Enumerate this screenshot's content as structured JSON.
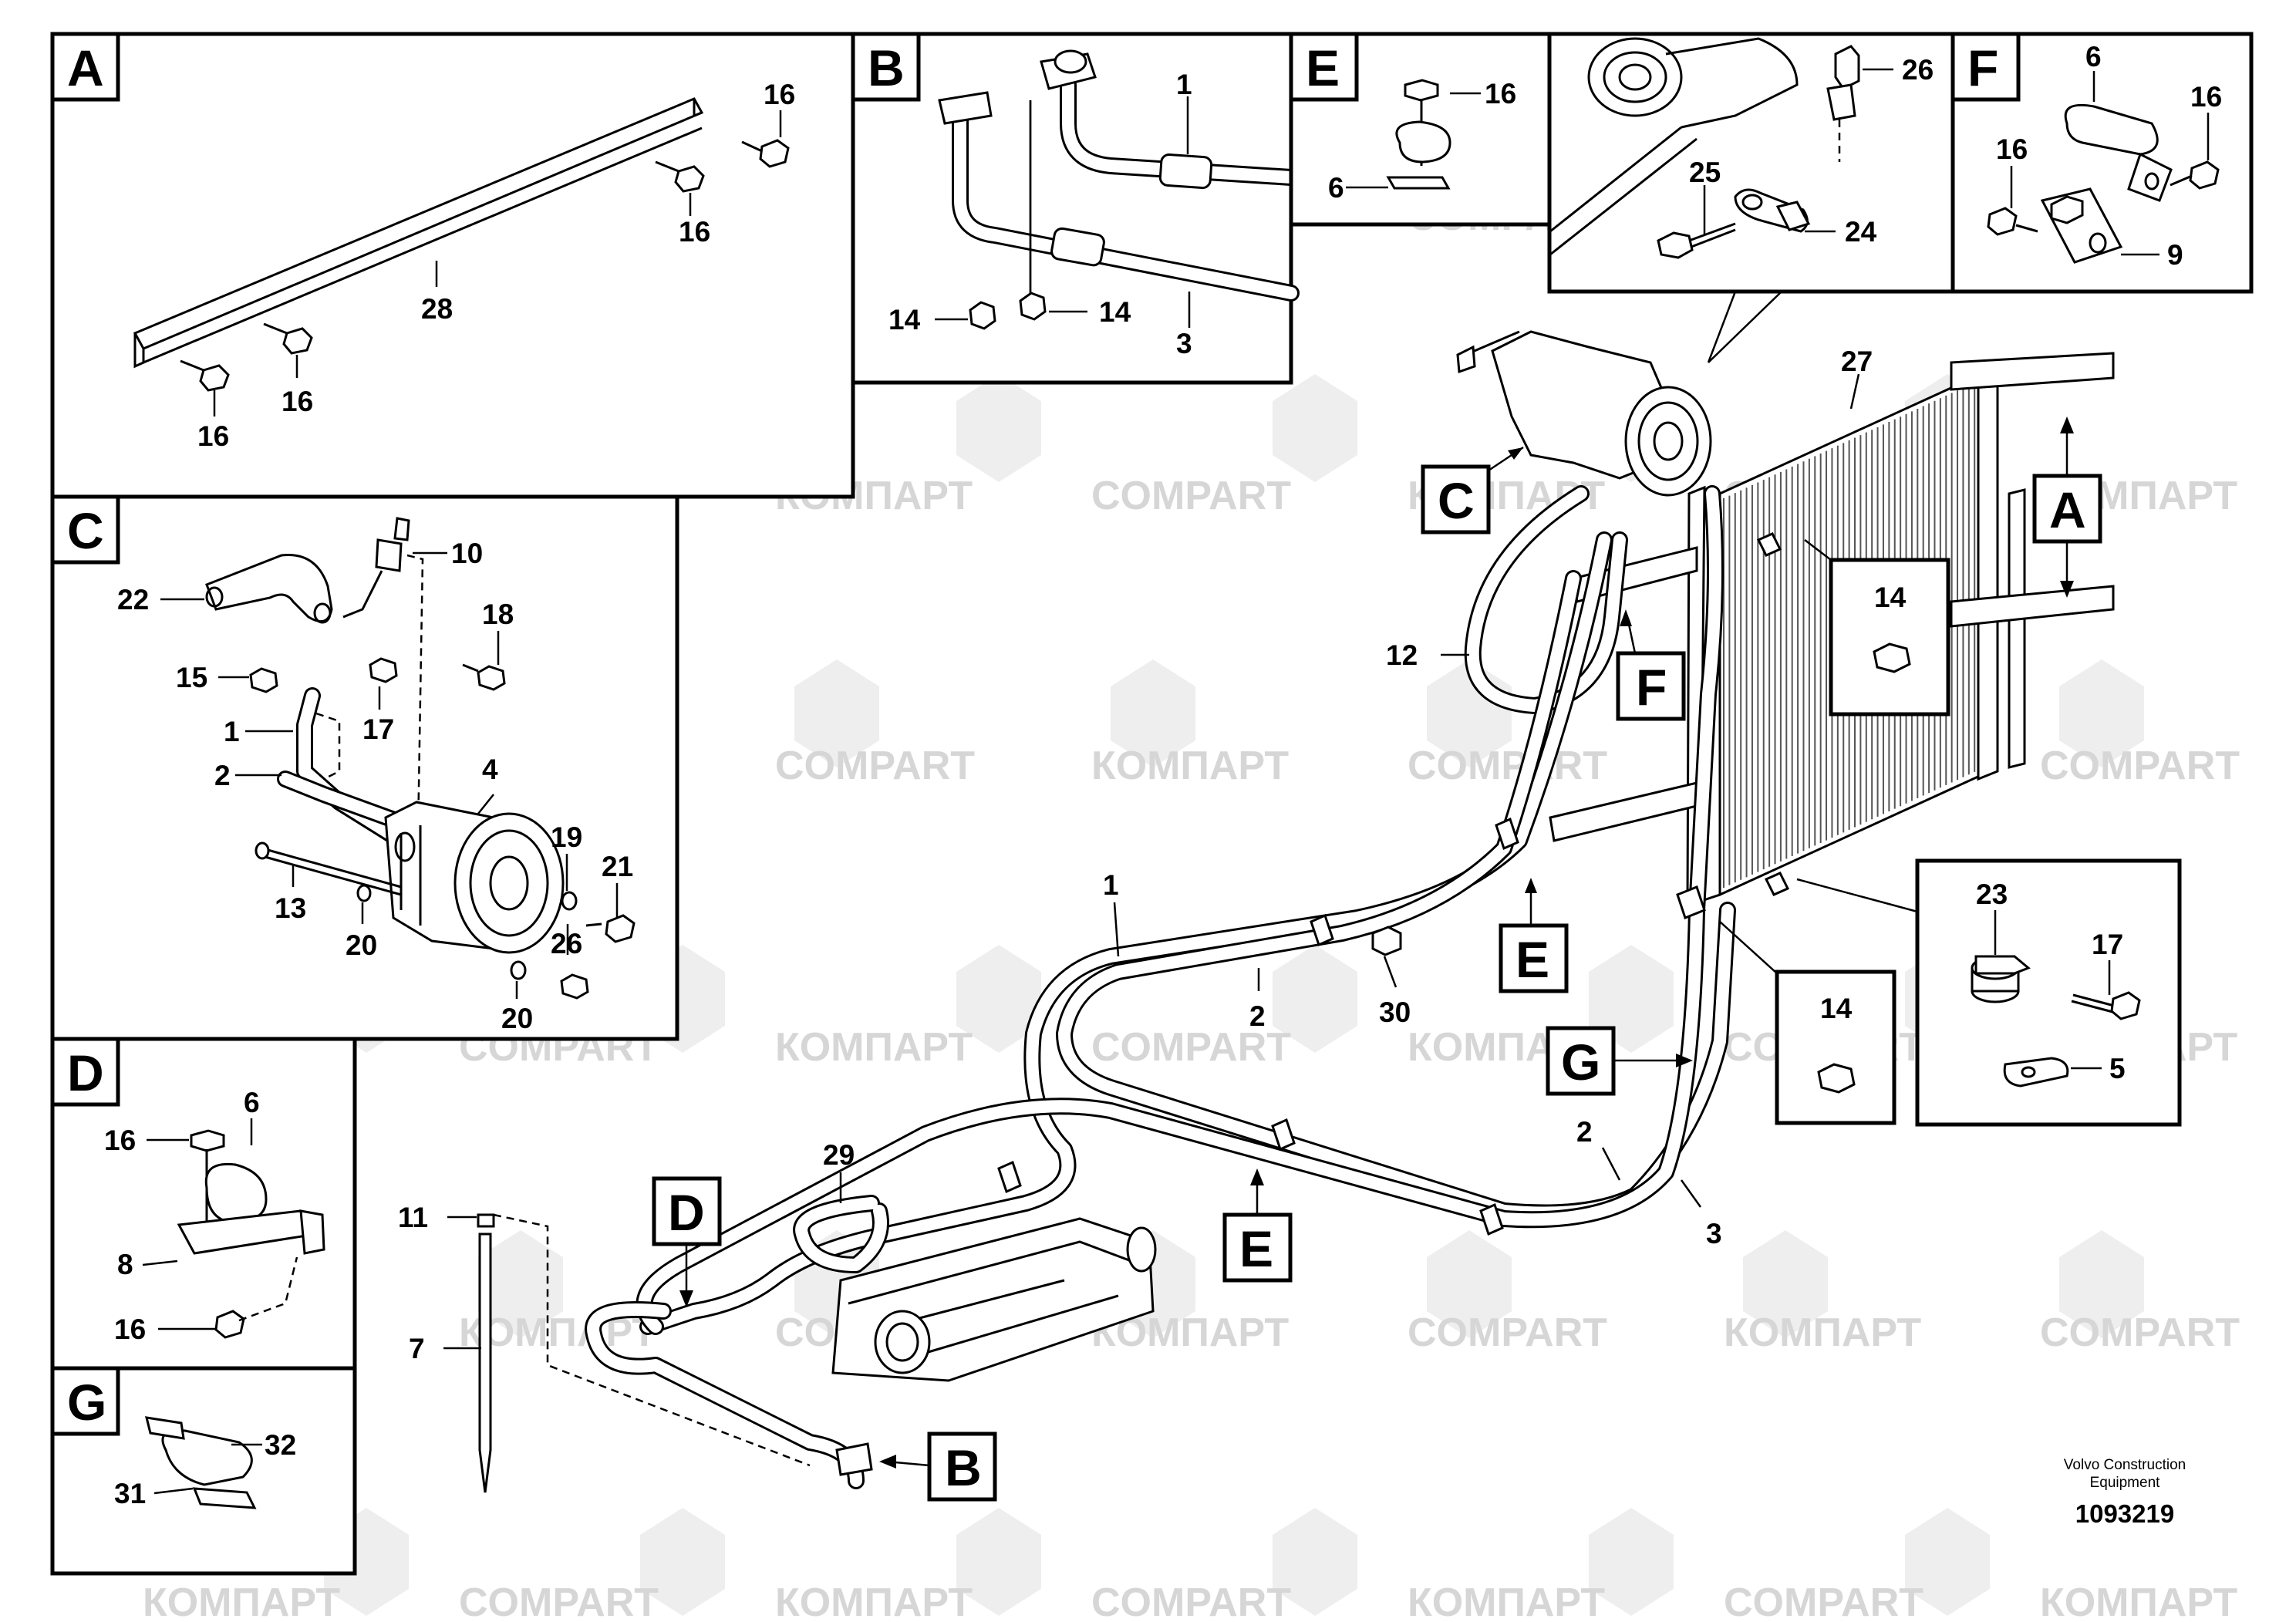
{
  "watermark": {
    "text_latin": "COMPART",
    "text_cyrillic": "КОМПАРТ"
  },
  "callouts": {
    "a": "A",
    "b": "B",
    "c": "C",
    "d": "D",
    "e": "E",
    "f": "F",
    "g": "G"
  },
  "panel_a": {
    "letter": "A",
    "labels": [
      "16",
      "16",
      "28",
      "16",
      "16"
    ]
  },
  "panel_b": {
    "letter": "B",
    "labels": [
      "1",
      "14",
      "14",
      "3"
    ]
  },
  "panel_e": {
    "letter": "E",
    "labels": [
      "16",
      "6"
    ]
  },
  "panel_detail": {
    "labels": [
      "26",
      "25",
      "24"
    ]
  },
  "panel_f": {
    "letter": "F",
    "labels": [
      "6",
      "16",
      "16",
      "9"
    ]
  },
  "panel_c": {
    "letter": "C",
    "labels": [
      "10",
      "22",
      "18",
      "15",
      "17",
      "1",
      "2",
      "4",
      "19",
      "21",
      "13",
      "26",
      "20",
      "20"
    ]
  },
  "panel_d": {
    "letter": "D",
    "labels": [
      "6",
      "16",
      "8",
      "16"
    ]
  },
  "panel_g": {
    "letter": "G",
    "labels": [
      "32",
      "31"
    ]
  },
  "panel_23": {
    "labels": [
      "23",
      "17",
      "5"
    ]
  },
  "panel_14a": {
    "label": "14"
  },
  "panel_14b": {
    "label": "14"
  },
  "main": {
    "labels": [
      "27",
      "12",
      "1",
      "2",
      "30",
      "29",
      "11",
      "7",
      "2",
      "3"
    ]
  },
  "footer": {
    "company_line1": "Volvo Construction",
    "company_line2": "Equipment",
    "drawing_number": "1093219"
  }
}
